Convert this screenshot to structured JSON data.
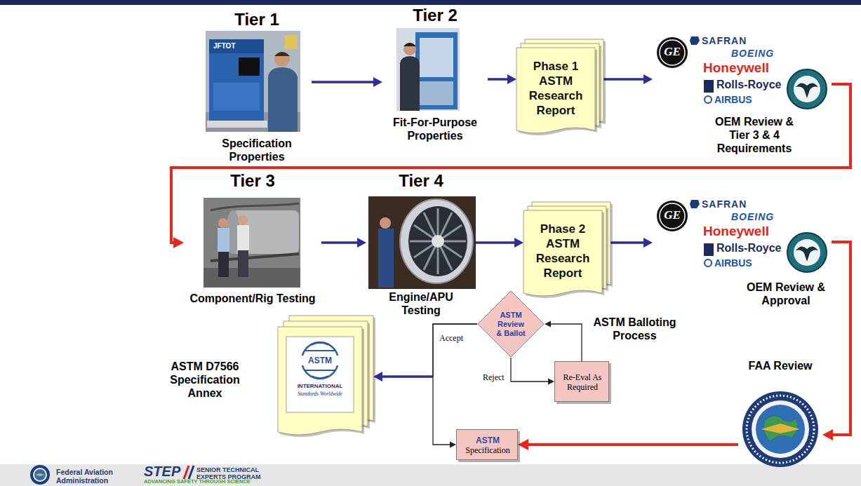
{
  "diagram": {
    "nodes": [
      {
        "text": [
          "Tier 1",
          "Specification Properties"
        ]
      },
      {
        "text": [
          "Tier 2",
          "Fit-For-Purpose Properties"
        ]
      },
      {
        "text": [
          "Phase 1 ASTM Research Report"
        ]
      },
      {
        "text": [
          "OEM Review & Tier 3 & 4 Requirements"
        ]
      },
      {
        "text": [
          "Tier 3",
          "Component/Rig Testing"
        ]
      },
      {
        "text": [
          "Tier 4",
          "Engine/APU Testing"
        ]
      },
      {
        "text": [
          "Phase 2 ASTM Research Report"
        ]
      },
      {
        "text": [
          "OEM Review & Approval"
        ]
      },
      {
        "text": [
          "ASTM D7566 Specification Annex"
        ]
      },
      {
        "text": [
          "ASTM Review & Ballot"
        ]
      },
      {
        "text": [
          "Re-Eval As Required"
        ]
      },
      {
        "text": [
          "ASTM",
          "Specification"
        ]
      },
      {
        "text": [
          "FAA Review"
        ]
      }
    ],
    "edges": [
      {
        "from": 0,
        "to": 1,
        "arrow": "to"
      },
      {
        "from": 1,
        "to": 2,
        "arrow": "to"
      },
      {
        "from": 2,
        "to": 3,
        "arrow": "to"
      },
      {
        "from": 3,
        "to": 4,
        "arrow": "to"
      },
      {
        "from": 4,
        "to": 5,
        "arrow": "to"
      },
      {
        "from": 5,
        "to": 6,
        "arrow": "to"
      },
      {
        "from": 6,
        "to": 7,
        "arrow": "to"
      },
      {
        "from": 7,
        "to": 12,
        "arrow": "to"
      },
      {
        "from": 12,
        "to": 11,
        "arrow": "to"
      },
      {
        "from": 9,
        "to": 8,
        "arrow": "to"
      },
      {
        "from": 9,
        "to": 11,
        "label": "Accept",
        "arrow": "to"
      },
      {
        "from": 9,
        "to": 10,
        "label": "Reject",
        "arrow": "to"
      },
      {
        "from": 10,
        "to": 9,
        "arrow": "to"
      }
    ],
    "labels": [
      "JFTOT",
      "GE",
      "SAFRAN",
      "BOEING",
      "Honeywell",
      "Rolls-Royce",
      "AIRBUS",
      "GE",
      "SAFRAN",
      "BOEING",
      "Honeywell",
      "Rolls-Royce",
      "AIRBUS",
      "ASTM Balloting Process",
      "ASTM",
      "INTERNATIONAL",
      "Standards Worldwide",
      "Federal Aviation Administration",
      "STEP",
      "SENIOR TECHNICAL EXPERTS PROGRAM",
      "ADVANCING SAFETY THROUGH SCIENCE"
    ]
  }
}
